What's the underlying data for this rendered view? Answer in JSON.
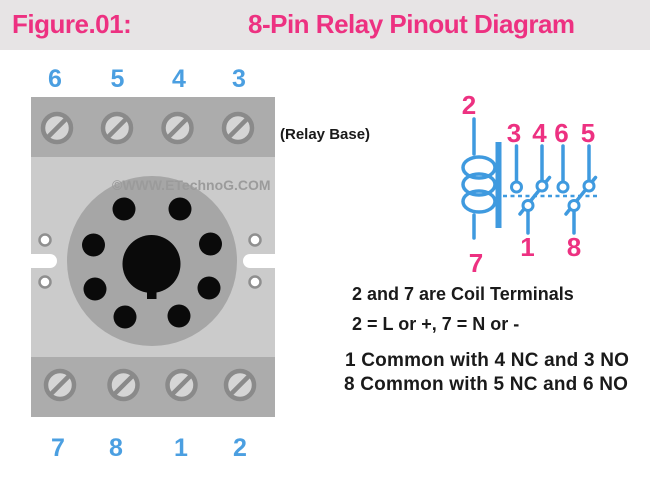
{
  "header": {
    "figure_label": "Figure.01:",
    "title": "8-Pin Relay Pinout Diagram"
  },
  "relay_base": {
    "caption": "(Relay Base)",
    "watermark": "©WWW.ETechnoG.COM",
    "top_terminals": [
      "6",
      "5",
      "4",
      "3"
    ],
    "bottom_terminals": [
      "7",
      "8",
      "1",
      "2"
    ]
  },
  "schematic": {
    "coil_terminal_top": "2",
    "coil_terminal_bottom": "7",
    "contact_terminals": [
      "3",
      "4",
      "6",
      "5"
    ],
    "common_terminals": [
      "1",
      "8"
    ]
  },
  "notes": {
    "coil_note_1": "2 and 7 are Coil Terminals",
    "coil_note_2": "2 = L or +, 7 = N or -",
    "contact_note_1": "1 Common with 4 NC and 3 NO",
    "contact_note_2": "8 Common with 5 NC and 6 NO"
  },
  "colors": {
    "accent_pink": "#ED3181",
    "accent_blue": "#4B9FE1",
    "schematic_blue": "#3F9ADF",
    "header_bg": "#E7E4E5",
    "base_band": "#ACACAC",
    "base_body": "#CBCBCB",
    "socket_gray": "#A6A6A6",
    "text_black": "#1A1A1A",
    "watermark_gray": "#9B9B9B"
  }
}
